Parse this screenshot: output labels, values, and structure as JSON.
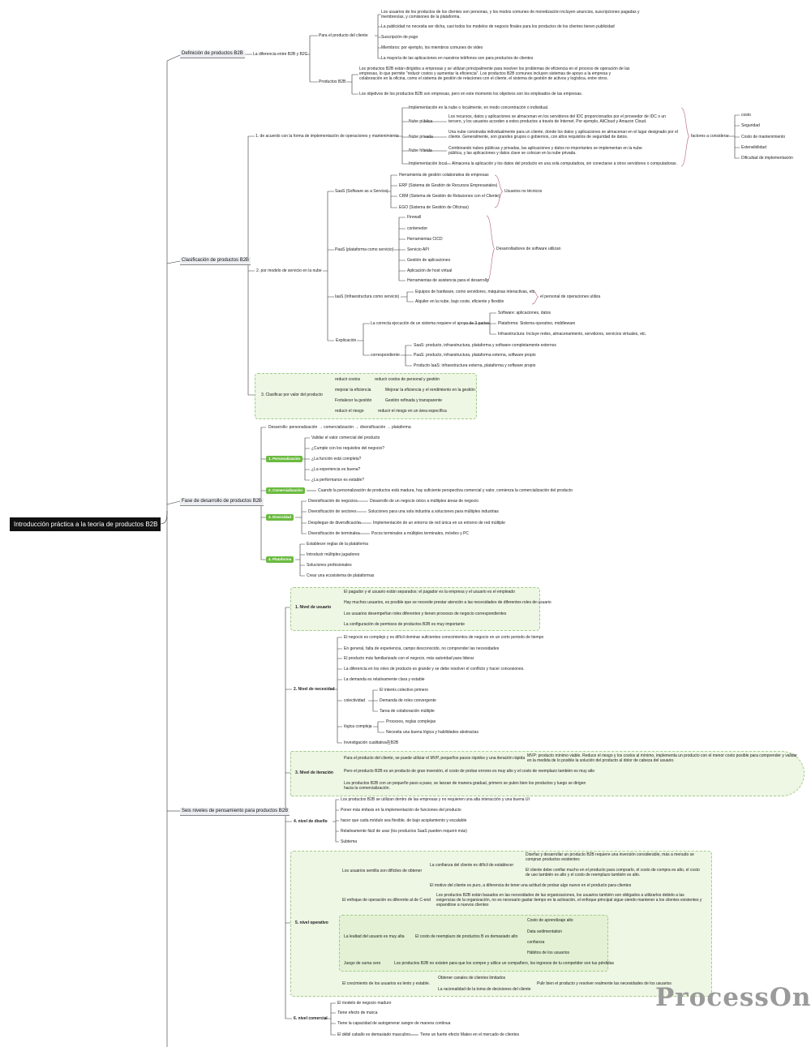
{
  "root": "Introducción práctica a la teoría de productos B2B",
  "s1": {
    "title": "Definición de productos B2B",
    "diff": "La diferencia entre B2B y B2C",
    "cliente": "Para el producto del cliente",
    "cliente_items": [
      "Los usuarios de los productos de los clientes son personas, y los modos comunes de monetización incluyen anuncios, suscripciones pagadas y membresías, y comisiones de la plataforma.",
      "La publicidad no necesita ser dicha, casi todos los modelos de negocio finales para los productos de los clientes tienen publicidad",
      "Suscripción de pago",
      "Miembros: por ejemplo, los miembros comunes de video",
      "La mayoría de las aplicaciones en nuestros teléfonos son para productos de clientes"
    ],
    "b2b": "Productos B2B",
    "b2b_text": "Los productos B2B están dirigidos a empresas y se utilizan principalmente para resolver los problemas de eficiencia en el proceso de operación de las empresas, lo que permite \"reducir costos y aumentar la eficiencia\". Los productos B2B comunes incluyen sistemas de apoyo a la empresa y colaboración en la oficina, como el sistema de gestión de relaciones con el cliente, el sistema de gestión de activos y logística, entre otros.",
    "b2b_text2": "Los objetivos de los productos B2B son empresas, pero en este momento los objetivos son los empleados de las empresas."
  },
  "s2": {
    "title": "Clasificación de productos B2B",
    "impl": "1. de acuerdo con la forma de implementación de operaciones y mantenimiento",
    "impl_items": [
      {
        "label": "Implementación en la nube o localmente, en modo concentración o individual.",
        "desc": ""
      },
      {
        "label": "Nube pública",
        "desc": "Los recursos, datos y aplicaciones se almacenan en los servidores del IDC proporcionados por el proveedor de IDC o un tercero, y los usuarios acceden a estos productos a través de Internet. Por ejemplo, AliCloud y Amazon Cloud."
      },
      {
        "label": "Nube privada",
        "desc": "Una nube construida individualmente para un cliente, donde los datos y aplicaciones se almacenan en el lugar designado por el cliente. Generalmente, son grandes grupos o gobiernos, con altos requisitos de seguridad de datos."
      },
      {
        "label": "Nube híbrida",
        "desc": "Combinando nubes públicas y privadas, las aplicaciones y datos no importantes se implementan en la nube pública, y las aplicaciones y datos clave se colocan en la nube privada."
      },
      {
        "label": "Implementación local",
        "desc": "Almacena la aplicación y los datos del producto en una sola computadora, sin conectarse a otros servidores o computadoras."
      }
    ],
    "factors_label": "factores a considerar",
    "factors": [
      "costo",
      "Seguridad",
      "Costo de mantenimiento",
      "Extensibilidad",
      "Dificultad de implementación"
    ],
    "model": "2. por modelo de servicio en la nube",
    "saas": "SaaS (Software as a Service)",
    "saas_items": [
      "Herramienta de gestión colaborativa de empresas",
      "ERP (Sistema de Gestión de Recursos Empresariales)",
      "CRM (Sistema de Gestión de Relaciones con el Cliente)",
      "EGO (Sistema de Gestión de Oficinas)"
    ],
    "saas_brace": "Usuarios no técnicos",
    "paas": "PaaS (plataforma como servicio)",
    "paas_items": [
      "Firewall",
      "contenedor",
      "Herramientas CICD",
      "Servicio API",
      "Gestión de aplicaciones",
      "Aplicación de host virtual",
      "Herramientas de asistencia para el desarrollo"
    ],
    "paas_brace": "Desarrolladores de software utilizan",
    "iaas": "IaaS (Infraestructura como servicio)",
    "iaas_items": [
      "Equipos de hardware, como servidores, máquinas interactivas, etc.",
      "Alquiler en la nube, bajo coste, eficiente y flexible"
    ],
    "iaas_brace": "el personal de operaciones utiliza",
    "expl": "Explicación",
    "expl_a": "La correcta ejecución de un sistema requiere el apoyo de 3 partes.",
    "expl_a_items": [
      "Software: aplicaciones, datos",
      "Plataforma: Sistema operativo, middleware",
      "Infraestructura: Incluye redes, almacenamiento, servidores, servicios virtuales, etc."
    ],
    "expl_b": "correspondiente",
    "expl_b_items": [
      "SaaS: producto, infraestructura, plataforma y software completamente externos",
      "PaaS: producto, infraestructura, plataforma externa, software propio",
      "Producto IaaS: infraestructura externa, plataforma y software propio"
    ],
    "value": "3. Clasificar por valor del producto",
    "value_items": [
      {
        "label": "reducir costos",
        "desc": "reducir costos de personal y gestión"
      },
      {
        "label": "mejorar la eficiencia",
        "desc": "Mejorar la eficiencia y el rendimiento en la gestión"
      },
      {
        "label": "Fortalecer la gestión",
        "desc": "Gestión refinada y transparente"
      },
      {
        "label": "reducir el riesgo",
        "desc": "reducir el riesgo en un área específica"
      }
    ]
  },
  "s3": {
    "title": "Fase de desarrollo de productos B2B",
    "path": "Desarrollo: personalización → comercialización → diversificación → plataforma",
    "p1": "1. Personalización",
    "p1_items": [
      "Validar el valor comercial del producto",
      "¿Cumple con los requisitos del negocio?",
      "¿La función está completa?",
      "¿La experiencia es buena?",
      "¿La performance es estable?"
    ],
    "p2": "2. Comercialización",
    "p2_text": "Cuando la personalización de productos está madura, hay suficiente perspectiva comercial y valor, comienza la comercialización del producto",
    "p3": "3. Diversidad",
    "p3_items": [
      {
        "label": "Diversificación de negocios",
        "desc": "Desarrollo de un negocio único a múltiples áreas de negocio"
      },
      {
        "label": "Diversificación de sectores",
        "desc": "Soluciones para una sola industria a soluciones para múltiples industrias"
      },
      {
        "label": "Despliegue de diversificación",
        "desc": "Implementación de un entorno de red única en un entorno de red múltiple"
      },
      {
        "label": "Diversificación de terminales",
        "desc": "Pocos terminales a múltiples terminales, móviles y PC"
      }
    ],
    "p4": "4. Plataforma",
    "p4_items": [
      "Establecer reglas de la plataforma",
      "Introducir múltiples jugadores",
      "Soluciones profesionales",
      "Crear una ecosistema de plataformas"
    ]
  },
  "s4": {
    "title": "Seis niveles de pensamiento para productos B2B",
    "n1": "1. Nivel de usuario",
    "n1_items": [
      "El pagador y el usuario están separados: el pagador es la empresa y el usuario es el empleado",
      "Hay muchos usuarios, es posible que se necesite prestar atención a las necesidades de diferentes roles de usuario",
      "Los usuarios desempeñan roles diferentes y tienen procesos de negocio correspondientes",
      "La configuración de permisos de productos B2B es muy importante"
    ],
    "n2": "2. Nivel de necesidad",
    "n2_items": [
      "El negocio es complejo y es difícil dominar suficientes conocimientos de negocio en un corto periodo de tiempo",
      "En general, falta de experiencia, campo desconocido, no comprender las necesidades",
      "El producto más familiarizado con el negocio, más autoridad para liderar",
      "La diferencia en los roles de producto es grande y se debe resolver el conflicto y hacer concesiones.",
      "La demanda es relativamente clara y estable"
    ],
    "n2_col": "colectividad",
    "n2_col_items": [
      "El interés colectivo primero",
      "Demanda de roles convergente",
      "Tarea de colaboración múltiple"
    ],
    "n2_log": "lógica compleja",
    "n2_log_items": [
      "Procesos, reglas complejas",
      "Necesita una buena lógica y habilidades abstractas"
    ],
    "n2_last": "Investigación cualitativa在B2B",
    "n3": "3. Nivel de iteración",
    "n3_items": [
      "Para el producto del cliente, se puede utilizar el MVP, pequeños pasos rápidos y una iteración rápida",
      "Pero el producto B2B es un producto de gran inversión, el costo de probar errores es muy alto y el costo de reemplazo también es muy alto",
      "Los productos B2B con un pequeño paso a paso, se lanzan de manera gradual, primero se pulen bien los productos y luego se dirigen hacia la comercialización."
    ],
    "n3_mvp": "MVP: producto mínimo viable. Reduce el riesgo y los costos al mínimo, implementa un producto con el menor costo posible para comprender y validar en la medida de lo posible la solución del producto al dolor de cabeza del usuario.",
    "n4": "4. nivel de diseño",
    "n4_items": [
      "Los productos B2B se utilizan dentro de las empresas y no requieren una alta interacción y una buena UI",
      "Poner más énfasis en la implementación de funciones del producto",
      "hacer que cada módulo sea flexible, de bajo acoplamiento y escalable",
      "Relativamente fácil de usar (los productos SaaS pueden requerir más)",
      "Subtema"
    ],
    "n5": "5. nivel operativo",
    "n5_a": "Los usuarios semilla son difíciles de obtener",
    "n5_a1": "La confianza del cliente es difícil de establecer",
    "n5_a1_items": [
      "Diseñar y desarrollar un producto B2B requiere una inversión considerable, más a menudo se compran productos existentes",
      "El cliente debe confiar mucho en el producto para comprarlo, el costo de compra es alto, el costo de uso también es alto y el costo de reemplazo también es alto."
    ],
    "n5_a2": "El motivo del cliente es puro, a diferencia de tener una actitud de probar algo nuevo en el producto para clientes",
    "n5_b": "El enfoque de operación es diferente al de C-end",
    "n5_b_text": "Los productos B2B están basados en las necesidades de las organizaciones, los usuarios también son obligados a utilizarlos debido a las exigencias de la organización, no es necesario gastar tiempo en la activación, el enfoque principal sigue siendo mantener a los clientes existentes y expandirse a nuevos clientes",
    "n5_c": "La lealtad del usuario es muy alta",
    "n5_c1": "El costo de reemplazo de productos B es demasiado alto",
    "n5_c1_items": [
      "Costo de aprendizaje alto",
      "Data sedimentation",
      "confianza",
      "Hábitos de los usuarios"
    ],
    "n5_d": "Juego de suma cero",
    "n5_d1": "Los productos B2B no existen para que los compre y utilice un compañero, los ingresos de tu competidor son tus pérdidas",
    "n5_e": "El crecimiento de los usuarios es lento y estable.",
    "n5_e_items": [
      "Obtener canales de clientes limitados",
      "La racionalidad de la toma de decisiones del cliente"
    ],
    "n5_e_brace": "Pulir bien el producto y resolver realmente las necesidades de los usuarios",
    "n6": "6. nivel comercial",
    "n6_items": [
      {
        "label": "El modelo de negocio maduro",
        "desc": ""
      },
      {
        "label": "Tiene efecto de marca",
        "desc": ""
      },
      {
        "label": "Tiene la capacidad de autogenerar sangre de manera continua",
        "desc": ""
      },
      {
        "label": "El débil caballo es demasiado masculino",
        "desc": "Tiene un fuerte efecto Mateo en el mercado de clientes"
      }
    ]
  },
  "watermark": "ProcessOn"
}
